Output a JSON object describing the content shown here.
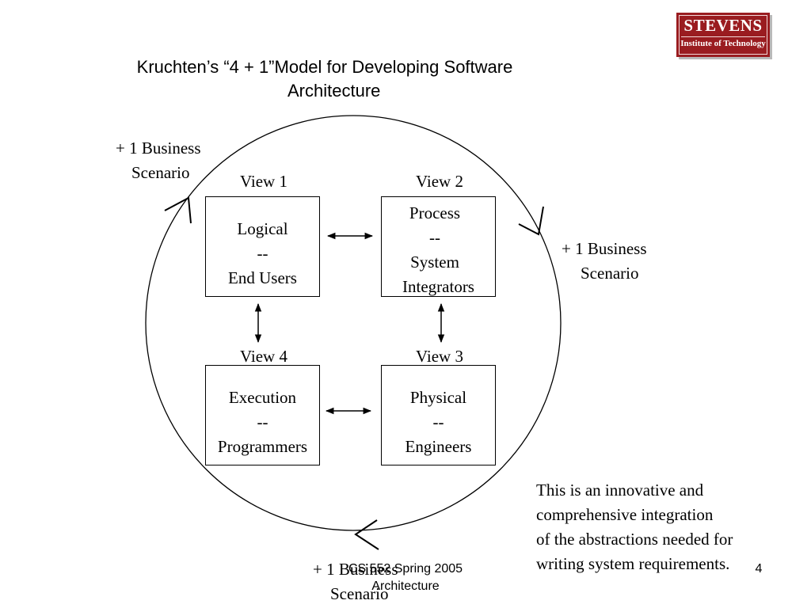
{
  "slide": {
    "title_line1": "Kruchten’s “4 + 1”Model for Developing Software",
    "title_line2": "Architecture",
    "logo": {
      "name": "STEVENS",
      "subtitle": "Institute of Technology"
    }
  },
  "diagram": {
    "views": [
      {
        "label": "View 1",
        "lines": [
          "Logical",
          "--",
          "End Users"
        ]
      },
      {
        "label": "View 2",
        "lines": [
          "Process",
          "--",
          "System",
          "Integrators"
        ]
      },
      {
        "label": "View 3",
        "lines": [
          "Physical",
          "--",
          "Engineers"
        ]
      },
      {
        "label": "View 4",
        "lines": [
          "Execution",
          "--",
          "Programmers"
        ]
      }
    ],
    "scenario_top_left": {
      "line1": "+ 1 Business",
      "line2": "Scenario"
    },
    "scenario_right": {
      "line1": "+ 1 Business",
      "line2": "Scenario"
    },
    "scenario_bottom": {
      "line1": "+ 1 Business",
      "line2": "Scenario"
    }
  },
  "note": {
    "lines": [
      "This is an innovative and",
      "comprehensive integration",
      "of the abstractions needed for",
      "writing system requirements."
    ]
  },
  "footer": {
    "course_line1": "CS 552 Spring 2005",
    "course_line2": "Architecture",
    "page_number": "4"
  }
}
